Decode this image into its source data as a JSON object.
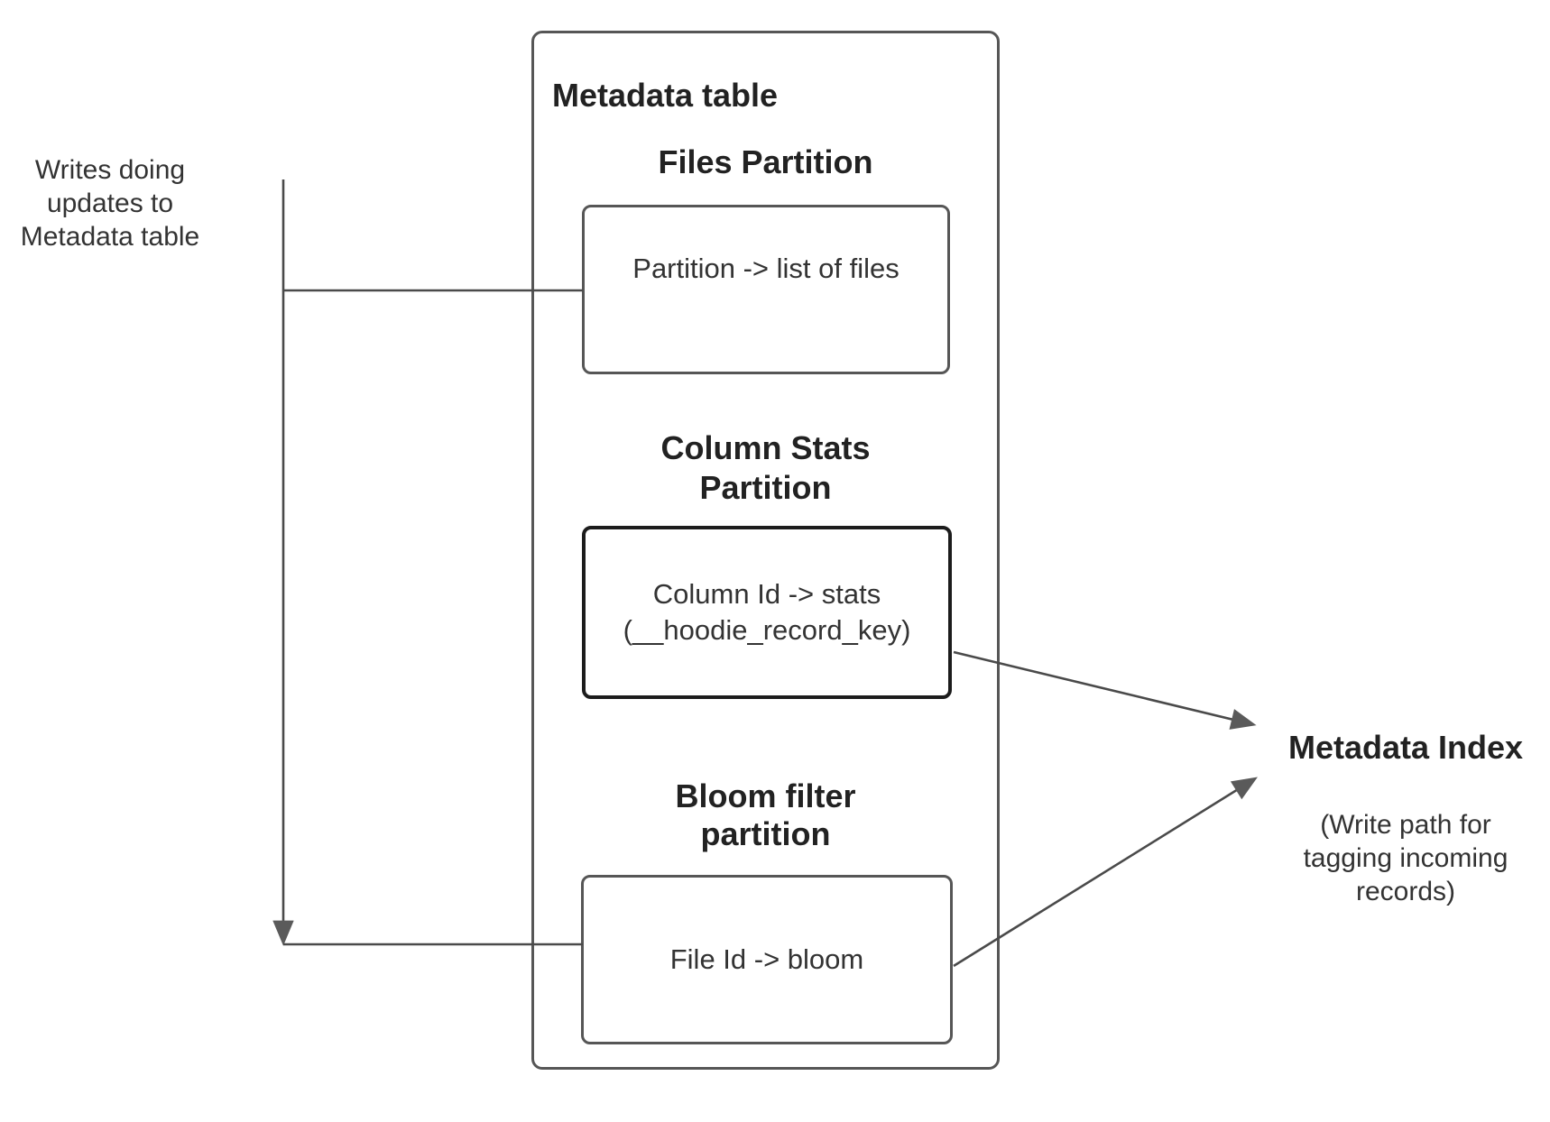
{
  "palette": {
    "bg": "#ffffff",
    "line": "#4a4a4a",
    "arrowhead": "#5a5a5a",
    "box_border": "#565656",
    "emphasis_border": "#1c1c1c",
    "heading_text": "#222222",
    "body_text": "#333333"
  },
  "left_note": {
    "text": "Writes doing\nupdates to\nMetadata table"
  },
  "metadata_table": {
    "title": "Metadata table",
    "sections": [
      {
        "heading": "Files Partition",
        "body": "Partition -> list of files"
      },
      {
        "heading": "Column Stats\nPartition",
        "body": "Column Id  -> stats\n(__hoodie_record_key)"
      },
      {
        "heading": "Bloom filter\npartition",
        "body": "File Id -> bloom"
      }
    ]
  },
  "metadata_index": {
    "title": "Metadata Index",
    "caption": "(Write path for\ntagging incoming\nrecords)"
  }
}
